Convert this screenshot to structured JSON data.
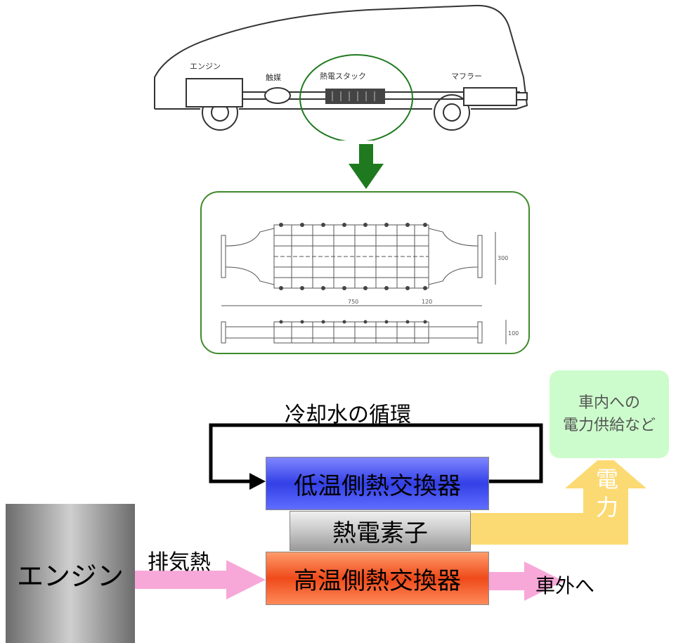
{
  "car": {
    "engine_label": "エンジン",
    "catalyst_label": "触媒",
    "stack_label": "熱電スタック",
    "muffler_label": "マフラー"
  },
  "drawing": {
    "dim_width": "750",
    "dim_width2": "120",
    "dim_height": "300",
    "dim_side": "100"
  },
  "diagram": {
    "cooling_label": "冷却水の循環",
    "low_hx": "低温側熱交換器",
    "te_element": "熱電素子",
    "high_hx": "高温側熱交換器",
    "engine": "エンジン",
    "exhaust_heat": "排気熱",
    "outside": "車外へ",
    "power": "電力",
    "power_char1": "電",
    "power_char2": "力",
    "supply_line1": "車内への",
    "supply_line2": "電力供給など"
  },
  "colors": {
    "green_accent": "#1f7a1f",
    "pink_arrow": "#f7a8d8",
    "power_arrow": "#fbd45a",
    "low_hx": "#3340e6",
    "high_hx": "#ef4a1a"
  }
}
